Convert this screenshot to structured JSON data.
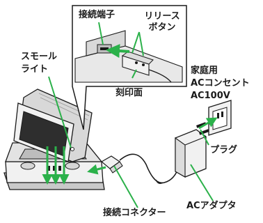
{
  "labels": {
    "connection_terminal": "接続端子",
    "release_buttons_line1": "リリース",
    "release_buttons_line2": "ボタン",
    "engraved_face": "刻印面",
    "small_light_line1": "スモール",
    "small_light_line2": "ライト",
    "household_ac_line1": "家庭用",
    "household_ac_line2": "ACコンセント",
    "household_ac_line3": "AC100V",
    "plug": "プラグ",
    "ac_adapter": "ACアダプタ",
    "connection_connector": "接続コネクター"
  },
  "colors": {
    "arrow_green": "#2bb14a",
    "outline": "#1a1a1a",
    "device_body": "#f1f1f1",
    "shadow": "#bdbdbd",
    "screen": "#2e2e2e"
  },
  "icons": [
    "phone-illustration",
    "desktop-holder-illustration",
    "ac-adapter-illustration",
    "wall-outlet-illustration",
    "connector-illustration"
  ]
}
